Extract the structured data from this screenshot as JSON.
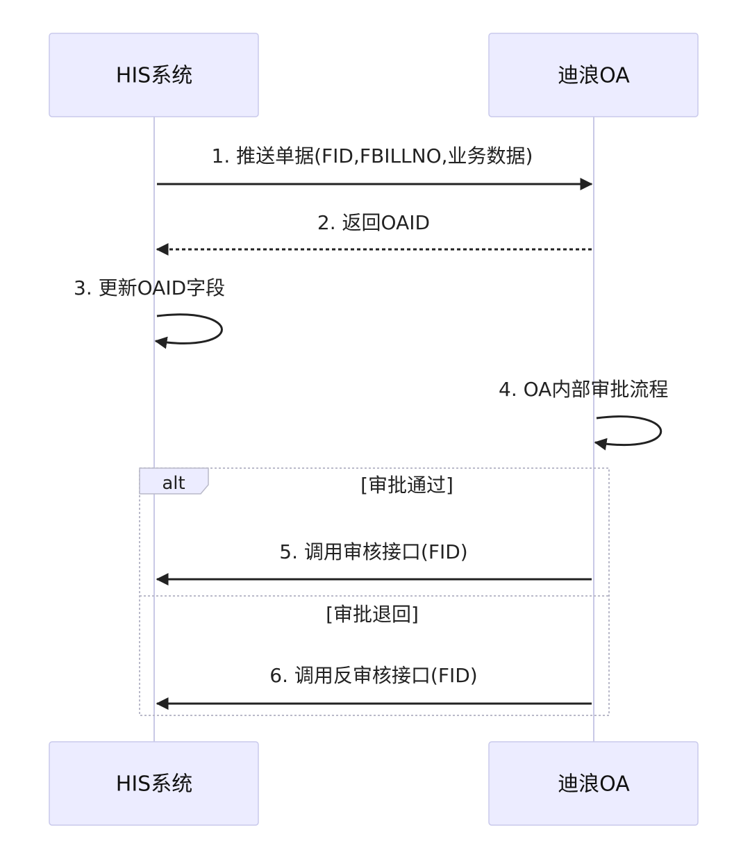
{
  "participants": [
    {
      "id": "his",
      "label": "HIS系统"
    },
    {
      "id": "oa",
      "label": "迪浪OA"
    }
  ],
  "messages": [
    {
      "id": "m1",
      "text": "1. 推送单据(FID,FBILLNO,业务数据)",
      "from": "his",
      "to": "oa",
      "style": "solid"
    },
    {
      "id": "m2",
      "text": "2. 返回OAID",
      "from": "oa",
      "to": "his",
      "style": "dashed"
    },
    {
      "id": "m3",
      "text": "3. 更新OAID字段",
      "from": "his",
      "to": "his",
      "style": "self"
    },
    {
      "id": "m4",
      "text": "4. OA内部审批流程",
      "from": "oa",
      "to": "oa",
      "style": "self"
    },
    {
      "id": "m5",
      "text": "5. 调用审核接口(FID)",
      "from": "oa",
      "to": "his",
      "style": "solid"
    },
    {
      "id": "m6",
      "text": "6. 调用反审核接口(FID)",
      "from": "oa",
      "to": "his",
      "style": "solid"
    }
  ],
  "alt_block": {
    "label": "alt",
    "conditions": [
      "[审批通过]",
      "[审批退回]"
    ]
  },
  "colors": {
    "actor_fill": "#ececff",
    "actor_border": "#c9c9ec",
    "lifeline": "#c9c9e6",
    "arrow": "#222222",
    "alt_border": "#b9b9c9"
  }
}
